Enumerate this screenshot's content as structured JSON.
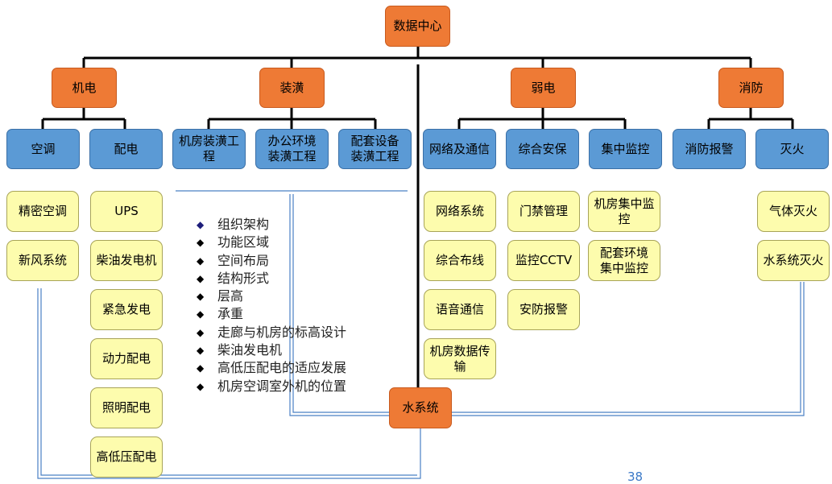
{
  "root": "数据中心",
  "categories": [
    "机电",
    "装潢",
    "弱电",
    "消防"
  ],
  "subcategories": {
    "jidian": [
      "空调",
      "配电"
    ],
    "zhuanghuang": [
      "机房装潢工程",
      "办公环境\n装潢工程",
      "配套设备\n装潢工程"
    ],
    "ruodian": [
      "网络及通信",
      "综合安保",
      "集中监控"
    ],
    "xiaofang": [
      "消防报警",
      "灭火"
    ]
  },
  "items": {
    "kongtiao": [
      "精密空调",
      "新风系统"
    ],
    "peidian": [
      "UPS",
      "柴油发电机",
      "紧急发电",
      "动力配电",
      "照明配电",
      "高低压配电"
    ],
    "wangluo": [
      "网络系统",
      "综合布线",
      "语音通信",
      "机房数据传输"
    ],
    "anbao": [
      "门禁管理",
      "监控CCTV",
      "安防报警"
    ],
    "jiankong": [
      "机房集中监控",
      "配套环境\n集中监控"
    ],
    "miehuo": [
      "气体灭火",
      "水系统灭火"
    ]
  },
  "water_system": "水系统",
  "bullet_list": [
    "组织架构",
    "功能区域",
    "空间布局",
    "结构形式",
    "层高",
    "承重",
    "走廊与机房的标高设计",
    "柴油发电机",
    "高低压配电的适应发展",
    "机房空调室外机的位置"
  ],
  "bullet_marker": "◆",
  "page_number": "38",
  "colors": {
    "orange": "#ee7a35",
    "blue": "#5b9ad5",
    "yellow": "#fdfcad",
    "connector": "#000000",
    "water_line": "#4a80c4"
  }
}
